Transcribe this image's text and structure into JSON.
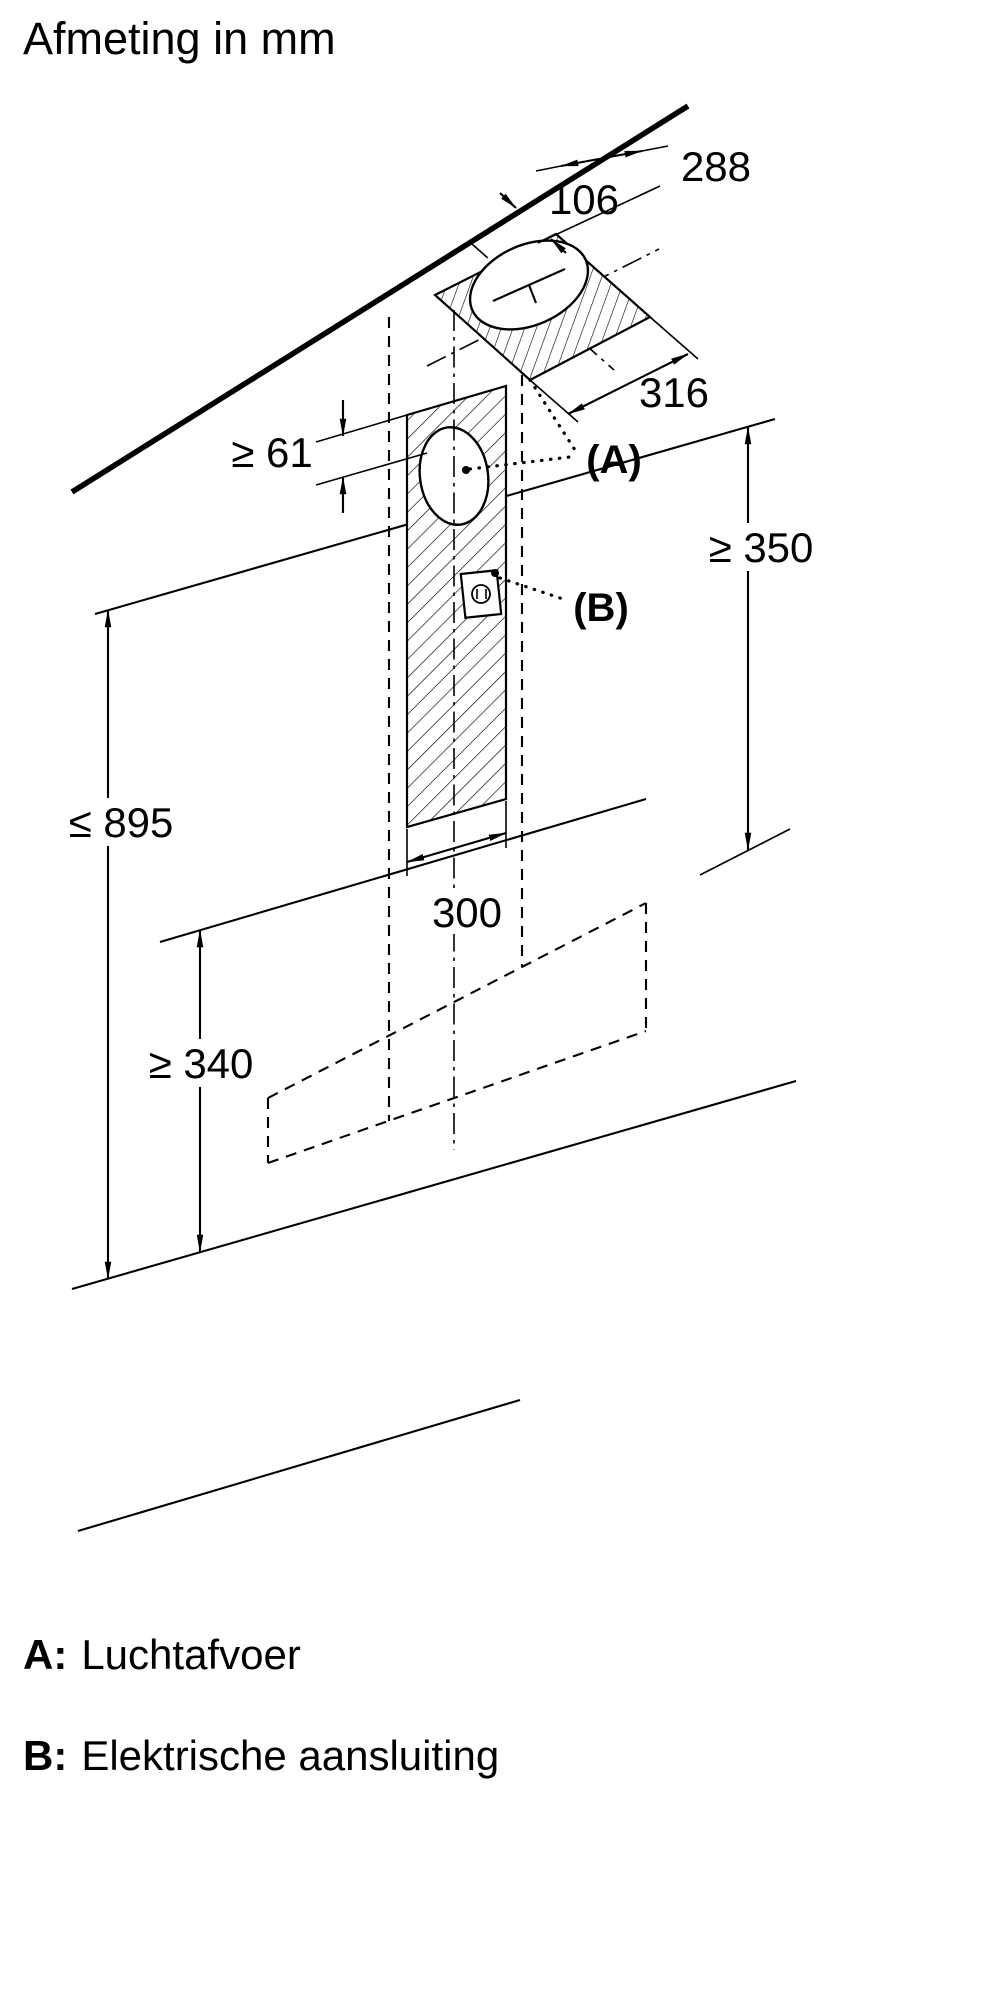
{
  "title": "Afmeting in mm",
  "diagram": {
    "unit": "mm",
    "dimensions": {
      "d288": "288",
      "d106": "106",
      "d316": "316",
      "d61": "≥ 61",
      "d350": "≥ 350",
      "d895": "≤ 895",
      "d300": "300",
      "d340": "≥ 340"
    },
    "labels": {
      "a": "(A)",
      "b": "(B)"
    }
  },
  "legend": {
    "a_key": "A:",
    "a_text": "Luchtafvoer",
    "b_key": "B:",
    "b_text": "Elektrische aansluiting"
  },
  "colors": {
    "line": "#000000",
    "background": "#ffffff"
  }
}
